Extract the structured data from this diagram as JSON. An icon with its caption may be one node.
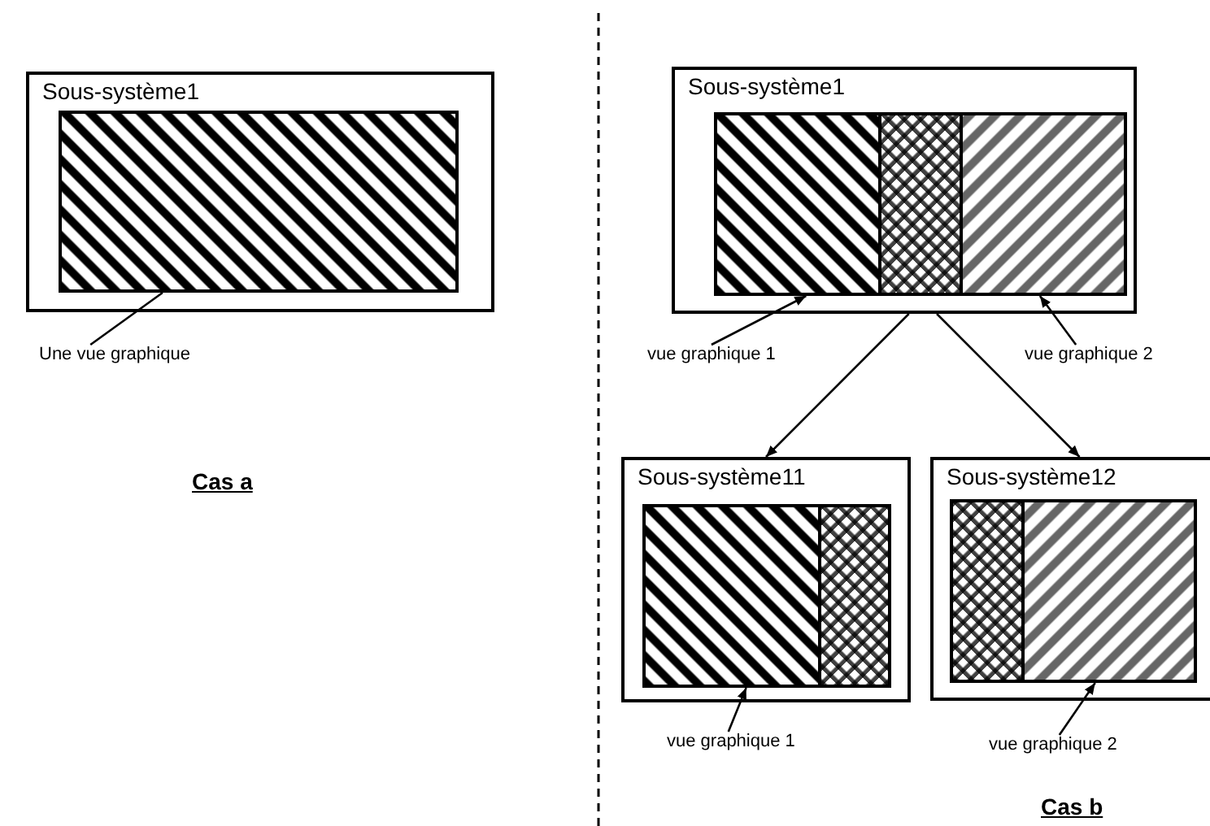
{
  "diagram": {
    "nodes": [
      {
        "text": [
          "Sous-système1"
        ]
      },
      {
        "text": [],
        "shape": "box",
        "in": 0
      },
      {
        "text": [
          "Une vue graphique"
        ]
      },
      {
        "text": [
          "Sous-système1"
        ]
      },
      {
        "text": [],
        "shape": "box",
        "in": 3
      },
      {
        "text": [],
        "shape": "box",
        "in": 3
      },
      {
        "text": [],
        "shape": "box",
        "in": 3
      },
      {
        "text": [
          "vue graphique 1"
        ]
      },
      {
        "text": [
          "vue graphique 2"
        ]
      },
      {
        "text": [
          "Sous-système11"
        ]
      },
      {
        "text": [],
        "shape": "box",
        "in": 9
      },
      {
        "text": [],
        "shape": "box",
        "in": 9
      },
      {
        "text": [
          "Sous-système12"
        ]
      },
      {
        "text": [],
        "shape": "box",
        "in": 12
      },
      {
        "text": [],
        "shape": "box",
        "in": 12
      },
      {
        "text": [
          "vue graphique 1"
        ]
      },
      {
        "text": [
          "vue graphique 2"
        ]
      }
    ],
    "edges": [
      {
        "from": 2,
        "to": 1,
        "arrow": "none"
      },
      {
        "from": 7,
        "to": 4,
        "arrow": "to"
      },
      {
        "from": 8,
        "to": 6,
        "arrow": "to"
      },
      {
        "from": 3,
        "to": 9,
        "arrow": "to"
      },
      {
        "from": 3,
        "to": 12,
        "arrow": "to"
      },
      {
        "from": 15,
        "to": 10,
        "arrow": "to"
      },
      {
        "from": 16,
        "to": 14,
        "arrow": "to"
      }
    ],
    "labels": [
      "Cas a",
      "Cas b"
    ]
  }
}
